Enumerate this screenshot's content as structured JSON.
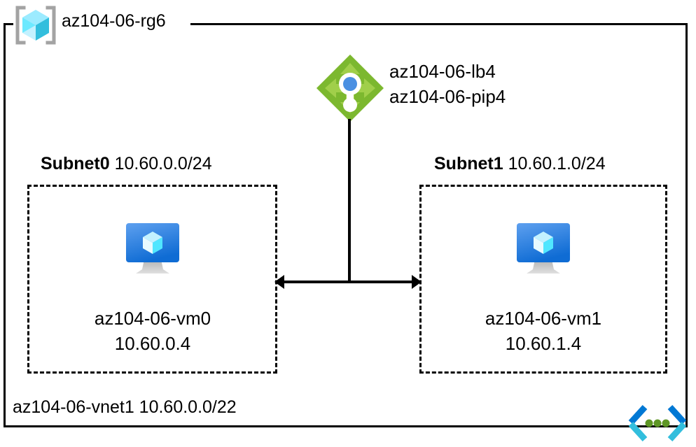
{
  "diagram": {
    "title": "az104-06-rg6",
    "resource_group": {
      "label": "az104-06-rg6",
      "icon": "resource-group-cube-icon"
    },
    "load_balancer": {
      "icon": "load-balancer-icon",
      "name": "az104-06-lb4",
      "public_ip": "az104-06-pip4"
    },
    "subnets": [
      {
        "name": "Subnet0",
        "cidr": "10.60.0.0/24",
        "vm": {
          "icon": "virtual-machine-icon",
          "name": "az104-06-vm0",
          "ip": "10.60.0.4"
        }
      },
      {
        "name": "Subnet1",
        "cidr": "10.60.1.0/24",
        "vm": {
          "icon": "virtual-machine-icon",
          "name": "az104-06-vm1",
          "ip": "10.60.1.4"
        }
      }
    ],
    "vnet": {
      "label": "az104-06-vnet1 10.60.0.0/22",
      "icon": "virtual-network-icon"
    },
    "colors": {
      "line": "#000000",
      "load_balancer_green": "#7cb82f",
      "load_balancer_arrow_green": "#94c83d",
      "load_balancer_dot_blue": "#4a90e2",
      "vm_screen_blue": "#3b8ae8",
      "cube_cyan": "#50e6ff",
      "vnet_bracket_blue": "#0078d4",
      "vnet_bracket_cyan": "#32bedd",
      "vnet_dot_green": "#5e9624",
      "bracket_gray": "#a3a3a3"
    }
  }
}
